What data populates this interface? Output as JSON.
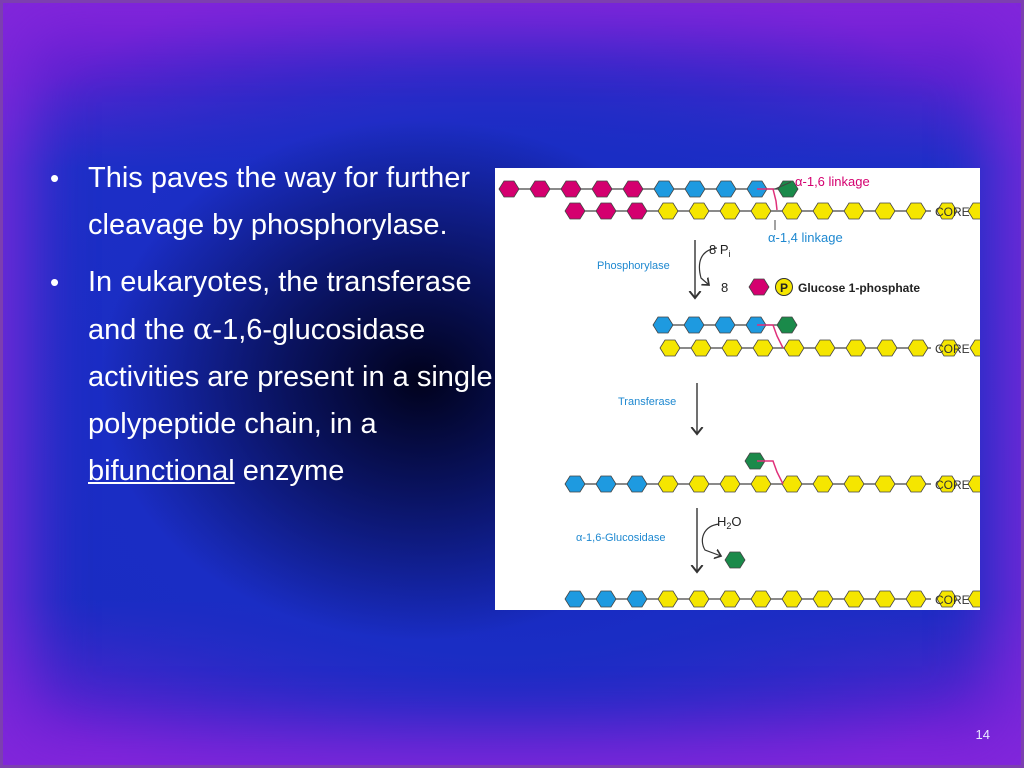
{
  "slide": {
    "bullets": [
      {
        "text": "This paves the way for further cleavage by phosphorylase."
      },
      {
        "part1": "In eukaryotes, the transferase and the ",
        "alpha": "α",
        "part2": "-1,6-glucosidase activities are present in a single polypeptide chain, in a ",
        "underlined": "bifunctional",
        "part3": " enzyme"
      }
    ],
    "page_number": "14"
  },
  "figure": {
    "labels": {
      "a16_linkage": "α-1,6 linkage",
      "a14_linkage": "α-1,4 linkage",
      "core": "CORE",
      "phosphorylase": "Phosphorylase",
      "pi_count": "8 P",
      "pi_sub": "i",
      "product_count": "8",
      "p_symbol": "P",
      "glucose_1_phosphate": "Glucose 1-phosphate",
      "transferase": "Transferase",
      "glucosidase": "α-1,6-Glucosidase",
      "water": "H",
      "water_sub": "2",
      "water_o": "O"
    },
    "colors": {
      "magenta": "#d4006f",
      "blue": "#1e9ae0",
      "green": "#1a8a4a",
      "yellow": "#f5e600",
      "link": "#e0307a",
      "core_text": "#333333"
    }
  }
}
